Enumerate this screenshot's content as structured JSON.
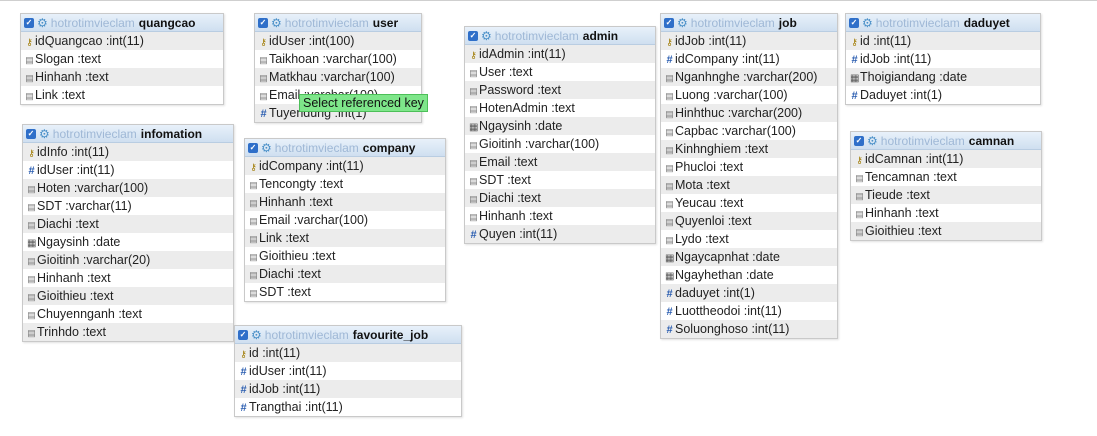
{
  "tooltip": "Select referenced key",
  "tables": [
    {
      "db": "hotrotimvieclam",
      "name": "quangcao",
      "cols": [
        {
          "i": "key",
          "t": "idQuangcao :int(11)"
        },
        {
          "i": "text",
          "t": "Slogan :text"
        },
        {
          "i": "text",
          "t": "Hinhanh :text"
        },
        {
          "i": "text",
          "t": "Link :text"
        }
      ]
    },
    {
      "db": "hotrotimvieclam",
      "name": "user",
      "cols": [
        {
          "i": "key",
          "t": "idUser :int(100)"
        },
        {
          "i": "text",
          "t": "Taikhoan :varchar(100)"
        },
        {
          "i": "text",
          "t": "Matkhau :varchar(100)"
        },
        {
          "i": "text",
          "t": "Email :varchar(100)"
        },
        {
          "i": "fk",
          "t": "Tuyendung :int(1)"
        }
      ]
    },
    {
      "db": "hotrotimvieclam",
      "name": "admin",
      "cols": [
        {
          "i": "key",
          "t": "idAdmin :int(11)"
        },
        {
          "i": "text",
          "t": "User :text"
        },
        {
          "i": "text",
          "t": "Password :text"
        },
        {
          "i": "text",
          "t": "HotenAdmin :text"
        },
        {
          "i": "date",
          "t": "Ngaysinh :date"
        },
        {
          "i": "text",
          "t": "Gioitinh :varchar(100)"
        },
        {
          "i": "text",
          "t": "Email :text"
        },
        {
          "i": "text",
          "t": "SDT :text"
        },
        {
          "i": "text",
          "t": "Diachi :text"
        },
        {
          "i": "text",
          "t": "Hinhanh :text"
        },
        {
          "i": "fk",
          "t": "Quyen :int(11)"
        }
      ]
    },
    {
      "db": "hotrotimvieclam",
      "name": "job",
      "cols": [
        {
          "i": "key",
          "t": "idJob :int(11)"
        },
        {
          "i": "fk",
          "t": "idCompany :int(11)"
        },
        {
          "i": "text",
          "t": "Nganhnghe :varchar(200)"
        },
        {
          "i": "text",
          "t": "Luong :varchar(100)"
        },
        {
          "i": "text",
          "t": "Hinhthuc :varchar(200)"
        },
        {
          "i": "text",
          "t": "Capbac :varchar(100)"
        },
        {
          "i": "text",
          "t": "Kinhnghiem :text"
        },
        {
          "i": "text",
          "t": "Phucloi :text"
        },
        {
          "i": "text",
          "t": "Mota :text"
        },
        {
          "i": "text",
          "t": "Yeucau :text"
        },
        {
          "i": "text",
          "t": "Quyenloi :text"
        },
        {
          "i": "text",
          "t": "Lydo :text"
        },
        {
          "i": "date",
          "t": "Ngaycapnhat :date"
        },
        {
          "i": "date",
          "t": "Ngayhethan :date"
        },
        {
          "i": "fk",
          "t": "daduyet :int(1)"
        },
        {
          "i": "fk",
          "t": "Luottheodoi :int(11)"
        },
        {
          "i": "fk",
          "t": "Soluonghoso :int(11)"
        }
      ]
    },
    {
      "db": "hotrotimvieclam",
      "name": "daduyet",
      "cols": [
        {
          "i": "key",
          "t": "id :int(11)"
        },
        {
          "i": "fk",
          "t": "idJob :int(11)"
        },
        {
          "i": "date",
          "t": "Thoigiandang :date"
        },
        {
          "i": "fk",
          "t": "Daduyet :int(1)"
        }
      ]
    },
    {
      "db": "hotrotimvieclam",
      "name": "infomation",
      "cols": [
        {
          "i": "key",
          "t": "idInfo :int(11)"
        },
        {
          "i": "fk",
          "t": "idUser :int(11)"
        },
        {
          "i": "text",
          "t": "Hoten :varchar(100)"
        },
        {
          "i": "text",
          "t": "SDT :varchar(11)"
        },
        {
          "i": "text",
          "t": "Diachi :text"
        },
        {
          "i": "date",
          "t": "Ngaysinh :date"
        },
        {
          "i": "text",
          "t": "Gioitinh :varchar(20)"
        },
        {
          "i": "text",
          "t": "Hinhanh :text"
        },
        {
          "i": "text",
          "t": "Gioithieu :text"
        },
        {
          "i": "text",
          "t": "Chuyennganh :text"
        },
        {
          "i": "text",
          "t": "Trinhdo :text"
        }
      ]
    },
    {
      "db": "hotrotimvieclam",
      "name": "company",
      "cols": [
        {
          "i": "key",
          "t": "idCompany :int(11)"
        },
        {
          "i": "text",
          "t": "Tencongty :text"
        },
        {
          "i": "text",
          "t": "Hinhanh :text"
        },
        {
          "i": "text",
          "t": "Email :varchar(100)"
        },
        {
          "i": "text",
          "t": "Link :text"
        },
        {
          "i": "text",
          "t": "Gioithieu :text"
        },
        {
          "i": "text",
          "t": "Diachi :text"
        },
        {
          "i": "text",
          "t": "SDT :text"
        }
      ]
    },
    {
      "db": "hotrotimvieclam",
      "name": "camnan",
      "cols": [
        {
          "i": "key",
          "t": "idCamnan :int(11)"
        },
        {
          "i": "text",
          "t": "Tencamnan :text"
        },
        {
          "i": "text",
          "t": "Tieude :text"
        },
        {
          "i": "text",
          "t": "Hinhanh :text"
        },
        {
          "i": "text",
          "t": "Gioithieu :text"
        }
      ]
    },
    {
      "db": "hotrotimvieclam",
      "name": "favourite_job",
      "cols": [
        {
          "i": "key",
          "t": "id :int(11)"
        },
        {
          "i": "fk",
          "t": "idUser :int(11)"
        },
        {
          "i": "fk",
          "t": "idJob :int(11)"
        },
        {
          "i": "fk",
          "t": "Trangthai :int(11)"
        }
      ]
    }
  ]
}
